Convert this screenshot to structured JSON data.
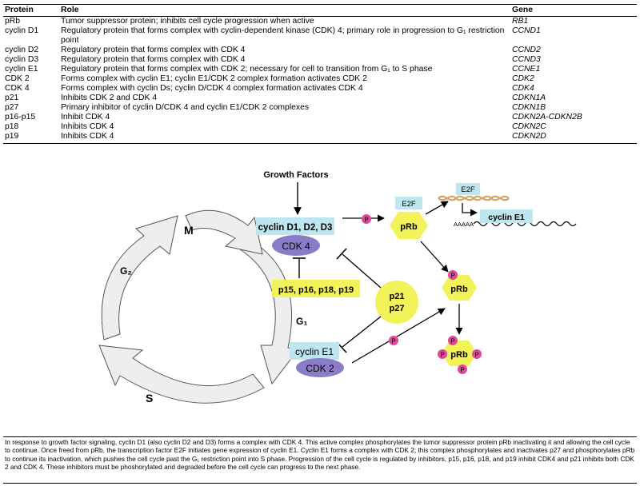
{
  "table": {
    "headers": {
      "protein": "Protein",
      "role": "Role",
      "gene": "Gene"
    },
    "rows": [
      {
        "protein": "pRb",
        "role": "Tumor suppressor protein; inhibits cell cycle progression when active",
        "gene": "RB1"
      },
      {
        "protein": "cyclin D1",
        "role": "Regulatory protein that forms complex with cyclin-dependent kinase (CDK) 4; primary role in progression to G₁ restriction point",
        "gene": "CCND1"
      },
      {
        "protein": "cyclin D2",
        "role": "Regulatory protein that forms complex with CDK 4",
        "gene": "CCND2"
      },
      {
        "protein": "cyclin D3",
        "role": "Regulatory protein that forms complex with CDK 4",
        "gene": "CCND3"
      },
      {
        "protein": "cyclin E1",
        "role": "Regulatory protein that forms complex with CDK 2; necessary for cell to transition from G₁ to S phase",
        "gene": "CCNE1"
      },
      {
        "protein": "CDK 2",
        "role": "Forms complex with cyclin E1; cyclin E1/CDK 2 complex formation activates CDK 2",
        "gene": "CDK2"
      },
      {
        "protein": "CDK 4",
        "role": "Forms complex with cyclin Ds; cyclin D/CDK 4 complex formation activates CDK 4",
        "gene": "CDK4"
      },
      {
        "protein": "p21",
        "role": "Inhibits CDK 2 and CDK 4",
        "gene": "CDKN1A"
      },
      {
        "protein": "p27",
        "role": "Primary inhibitor of cyclin D/CDK 4 and cyclin E1/CDK 2 complexes",
        "gene": "CDKN1B"
      },
      {
        "protein": "p16-p15",
        "role": "Inhibit CDK 4",
        "gene": "CDKN2A-CDKN2B"
      },
      {
        "protein": "p18",
        "role": "Inhibits CDK 4",
        "gene": "CDKN2C"
      },
      {
        "protein": "p19",
        "role": "Inhibits CDK 4",
        "gene": "CDKN2D"
      }
    ]
  },
  "diagram": {
    "growth_factors": "Growth Factors",
    "phases": {
      "m": "M",
      "g2": "G₂",
      "s": "S",
      "g1": "G₁"
    },
    "cyclin_d": "cyclin D1, D2, D3",
    "cdk4": "CDK 4",
    "inhibitors_ink": "p15, p16, p18, p19",
    "p21": "p21",
    "p27": "p27",
    "cyclin_e1": "cyclin E1",
    "cdk2": "CDK 2",
    "e2f_bound": "E2F",
    "prb": "pRb",
    "e2f_free": "E2F",
    "polya": "AAAAA",
    "cyclin_e1_mrna": "cyclin E1",
    "p": "P",
    "colors": {
      "cyclin_box": "#bde6ee",
      "cdk_oval": "#8b7cc8",
      "inhibitor": "#f2f25a",
      "phospho": "#e0489a",
      "arrow_fill": "#eeeeee"
    }
  },
  "caption": "In response to growth factor signaling, cyclin D1 (also cyclin D2 and D3) forms a complex with CDK 4.  This active complex phosphorylates the tumor suppressor protein pRb inactivating it and allowing the cell cycle to continue.  Once freed from pRb, the transcription factor E2F initiates gene expression of cyclin E1.  Cyclin E1 forms a complex with CDK 2; this complex phosphorylates and inactivates p27 and phosphorylates pRb to continue its inactivation, which pushes the cell cycle past the G₁ restriction point into S phase. Progression of the cell cycle is regulated by inhibitors, p15, p16, p18, and p19 inhibit CDK4 and p21 inhibits both CDK 2 and CDK 4.  These inhibitors must be phoshorylated and degraded before the cell cycle can progress to the next phase."
}
